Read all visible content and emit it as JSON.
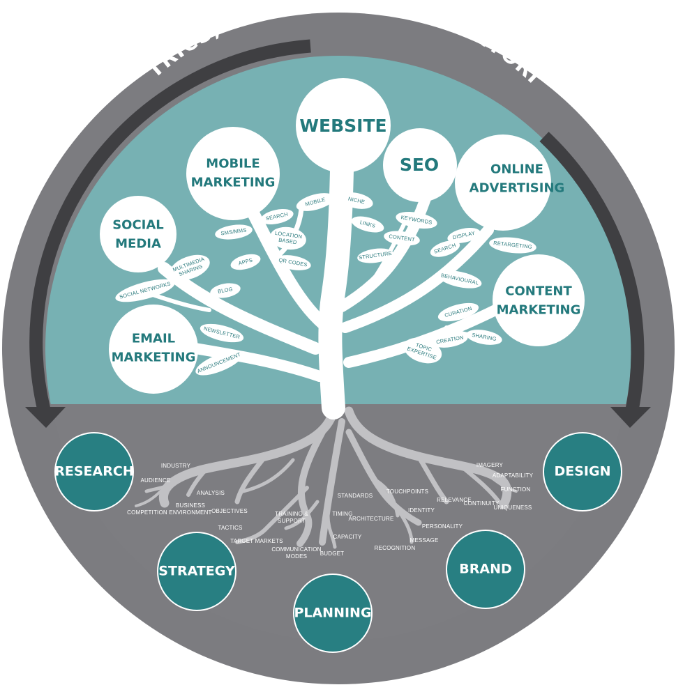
{
  "ring_title": "METRICS, MEASUREMENT, MONITORING",
  "colors": {
    "ring": "#7c7c80",
    "ring_dark": "#67676b",
    "sky": "#77b1b3",
    "ground": "#7d7d81",
    "teal": "#287f82",
    "bubble": "#ffffff",
    "arrow": "#3f3f42",
    "roots": "#c1c1c4"
  },
  "bubbles": [
    {
      "id": "website",
      "lines": [
        "WEBSITE"
      ]
    },
    {
      "id": "seo",
      "lines": [
        "SEO"
      ]
    },
    {
      "id": "mobile",
      "lines": [
        "MOBILE",
        "MARKETING"
      ]
    },
    {
      "id": "online",
      "lines": [
        "ONLINE",
        "ADVERTISING"
      ]
    },
    {
      "id": "social",
      "lines": [
        "SOCIAL",
        "MEDIA"
      ]
    },
    {
      "id": "content",
      "lines": [
        "CONTENT",
        "MARKETING"
      ]
    },
    {
      "id": "email",
      "lines": [
        "EMAIL",
        "MARKETING"
      ]
    }
  ],
  "leaves": [
    {
      "lines": [
        "MOBILE"
      ]
    },
    {
      "lines": [
        "NICHE"
      ]
    },
    {
      "lines": [
        "SEARCH"
      ]
    },
    {
      "lines": [
        "SMS/MMS"
      ]
    },
    {
      "lines": [
        "LOCATION",
        "BASED"
      ]
    },
    {
      "lines": [
        "APPS"
      ]
    },
    {
      "lines": [
        "QR CODES"
      ]
    },
    {
      "lines": [
        "LINKS"
      ]
    },
    {
      "lines": [
        "KEYWORDS"
      ]
    },
    {
      "lines": [
        "CONTENT"
      ]
    },
    {
      "lines": [
        "STRUCTURE"
      ]
    },
    {
      "lines": [
        "DISPLAY"
      ]
    },
    {
      "lines": [
        "SEARCH"
      ]
    },
    {
      "lines": [
        "RETARGETING"
      ]
    },
    {
      "lines": [
        "BEHAVIOURAL"
      ]
    },
    {
      "lines": [
        "MULTIMEDIA",
        "SHARING"
      ]
    },
    {
      "lines": [
        "SOCIAL NETWORKS"
      ]
    },
    {
      "lines": [
        "BLOG"
      ]
    },
    {
      "lines": [
        "NEWSLETTER"
      ]
    },
    {
      "lines": [
        "ANNOUNCEMENT"
      ]
    },
    {
      "lines": [
        "CURATION"
      ]
    },
    {
      "lines": [
        "SHARING"
      ]
    },
    {
      "lines": [
        "CREATION"
      ]
    },
    {
      "lines": [
        "TOPIC",
        "EXPERTISE"
      ]
    }
  ],
  "bases": [
    {
      "id": "research",
      "label": "RESEARCH"
    },
    {
      "id": "strategy",
      "label": "STRATEGY"
    },
    {
      "id": "planning",
      "label": "PLANNING"
    },
    {
      "id": "brand",
      "label": "BRAND"
    },
    {
      "id": "design",
      "label": "DESIGN"
    }
  ],
  "root_labels": [
    {
      "lines": [
        "INDUSTRY"
      ]
    },
    {
      "lines": [
        "AUDIENCE"
      ]
    },
    {
      "lines": [
        "ANALYSIS"
      ]
    },
    {
      "lines": [
        "BUSINESS",
        "ENVIRONMENT"
      ]
    },
    {
      "lines": [
        "COMPETITION"
      ]
    },
    {
      "lines": [
        "OBJECTIVES"
      ]
    },
    {
      "lines": [
        "TACTICS"
      ]
    },
    {
      "lines": [
        "TARGET MARKETS"
      ]
    },
    {
      "lines": [
        "TRAINING &",
        "SUPPORT"
      ]
    },
    {
      "lines": [
        "TIMING"
      ]
    },
    {
      "lines": [
        "CAPACITY"
      ]
    },
    {
      "lines": [
        "COMMUNICATION",
        "MODES"
      ]
    },
    {
      "lines": [
        "BUDGET"
      ]
    },
    {
      "lines": [
        "STANDARDS"
      ]
    },
    {
      "lines": [
        "TOUCHPOINTS"
      ]
    },
    {
      "lines": [
        "ARCHITECTURE"
      ]
    },
    {
      "lines": [
        "IDENTITY"
      ]
    },
    {
      "lines": [
        "PERSONALITY"
      ]
    },
    {
      "lines": [
        "MESSAGE"
      ]
    },
    {
      "lines": [
        "RECOGNITION"
      ]
    },
    {
      "lines": [
        "IMAGERY"
      ]
    },
    {
      "lines": [
        "ADAPTABILITY"
      ]
    },
    {
      "lines": [
        "FUNCTION"
      ]
    },
    {
      "lines": [
        "RELEVANCE"
      ]
    },
    {
      "lines": [
        "CONTINUITY"
      ]
    },
    {
      "lines": [
        "UNIQUENESS"
      ]
    }
  ]
}
